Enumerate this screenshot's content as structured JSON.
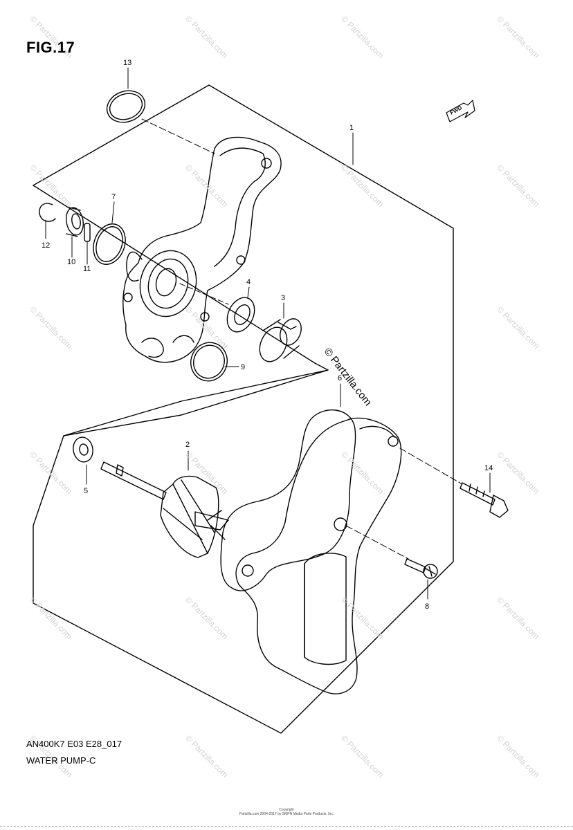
{
  "figure": {
    "title": "FIG.17",
    "model_code": "AN400K7 E03 E28_017",
    "section_name": "WATER PUMP-C",
    "copyright_line1": "Copyright",
    "copyright_line2": "Partzilla.com 2004-2017 by SMPN Media Parts Products, Inc."
  },
  "watermark": {
    "text": "© Partzilla.com",
    "diagonal_text": "© Partzilla.com"
  },
  "direction_badge": "FWD",
  "callouts": [
    "1",
    "2",
    "3",
    "4",
    "5",
    "6",
    "7",
    "8",
    "9",
    "10",
    "11",
    "12",
    "13",
    "14"
  ],
  "colors": {
    "line": "#000000",
    "watermark": "#d4d4d4",
    "background": "#ffffff"
  }
}
